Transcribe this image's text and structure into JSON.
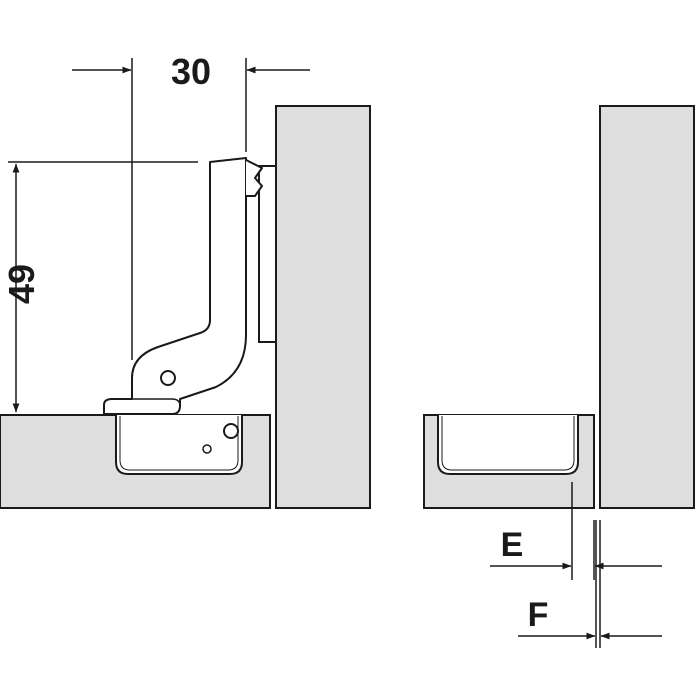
{
  "labels": {
    "dim_30": "30",
    "dim_49": "49",
    "label_e": "E",
    "label_f": "F"
  },
  "colors": {
    "panel_fill": "#dedede",
    "line": "#1a1a1a",
    "background": "#ffffff"
  }
}
